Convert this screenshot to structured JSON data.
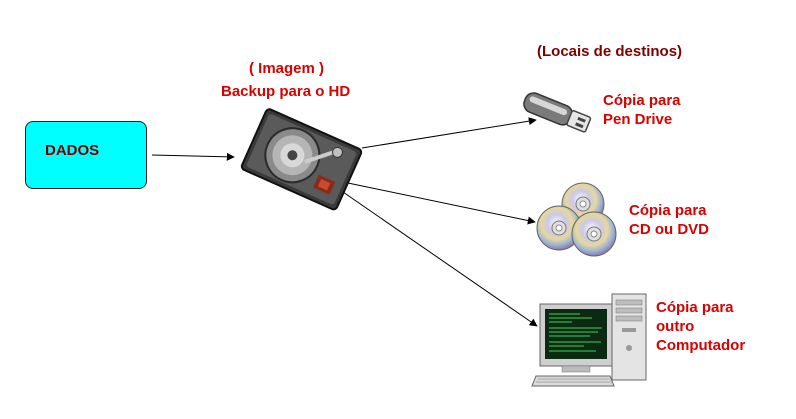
{
  "source": {
    "label": "DADOS",
    "color": "#00ffff"
  },
  "backup": {
    "title_line1": "( Imagem )",
    "title_line2": "Backup para o HD",
    "icon": "hard-drive-icon"
  },
  "destinations_header": "(Locais de destinos)",
  "destinations": [
    {
      "line1": "Cópia para",
      "line2": "Pen Drive",
      "line3": "",
      "icon": "usb-drive-icon"
    },
    {
      "line1": "Cópia para",
      "line2": "CD ou DVD",
      "line3": "",
      "icon": "cd-dvd-icon"
    },
    {
      "line1": "Cópia para",
      "line2": "outro",
      "line3": "Computador",
      "icon": "desktop-computer-icon"
    }
  ],
  "colors": {
    "label_red": "#d90000",
    "label_dark_red": "#800000"
  }
}
